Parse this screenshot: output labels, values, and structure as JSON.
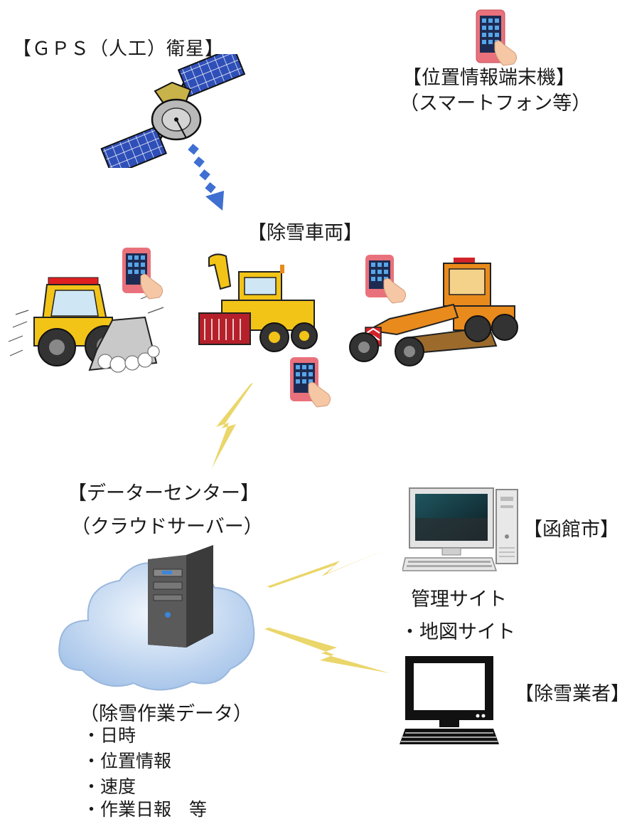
{
  "labels": {
    "satellite": "【ＧＰＳ（人工）衛星】",
    "terminal": "【位置情報端末機】",
    "terminal_sub": "（スマートフォン等）",
    "vehicles": "【除雪車両】",
    "datacenter": "【データーセンター】",
    "datacenter_sub": "（クラウドサーバー）",
    "city": "【函館市】",
    "contractor": "【除雪業者】",
    "admin_site": "管理サイト",
    "map_site": "・地図サイト",
    "work_data": "（除雪作業データ）"
  },
  "work_data_items": [
    "・日時",
    "・位置情報",
    "・速度",
    "・作業日報　等"
  ],
  "colors": {
    "arrow": "#3f6fd1",
    "lightning": "#e8d25a",
    "phone": "#e9717b",
    "vehicle_yellow": "#f2c418",
    "vehicle_orange": "#e98a1c",
    "snow_blower_red": "#b5202a",
    "cloud": "#bcd3ef"
  },
  "icons": {
    "satellite": "satellite-icon",
    "smartphone": "smartphone-icon",
    "wheel_loader": "wheel-loader-icon",
    "snow_blower": "snow-blower-icon",
    "motor_grader": "motor-grader-icon",
    "server": "server-icon",
    "cloud": "cloud-icon",
    "desktop_pc": "desktop-pc-icon",
    "monitor": "monitor-icon",
    "lightning": "lightning-icon"
  }
}
